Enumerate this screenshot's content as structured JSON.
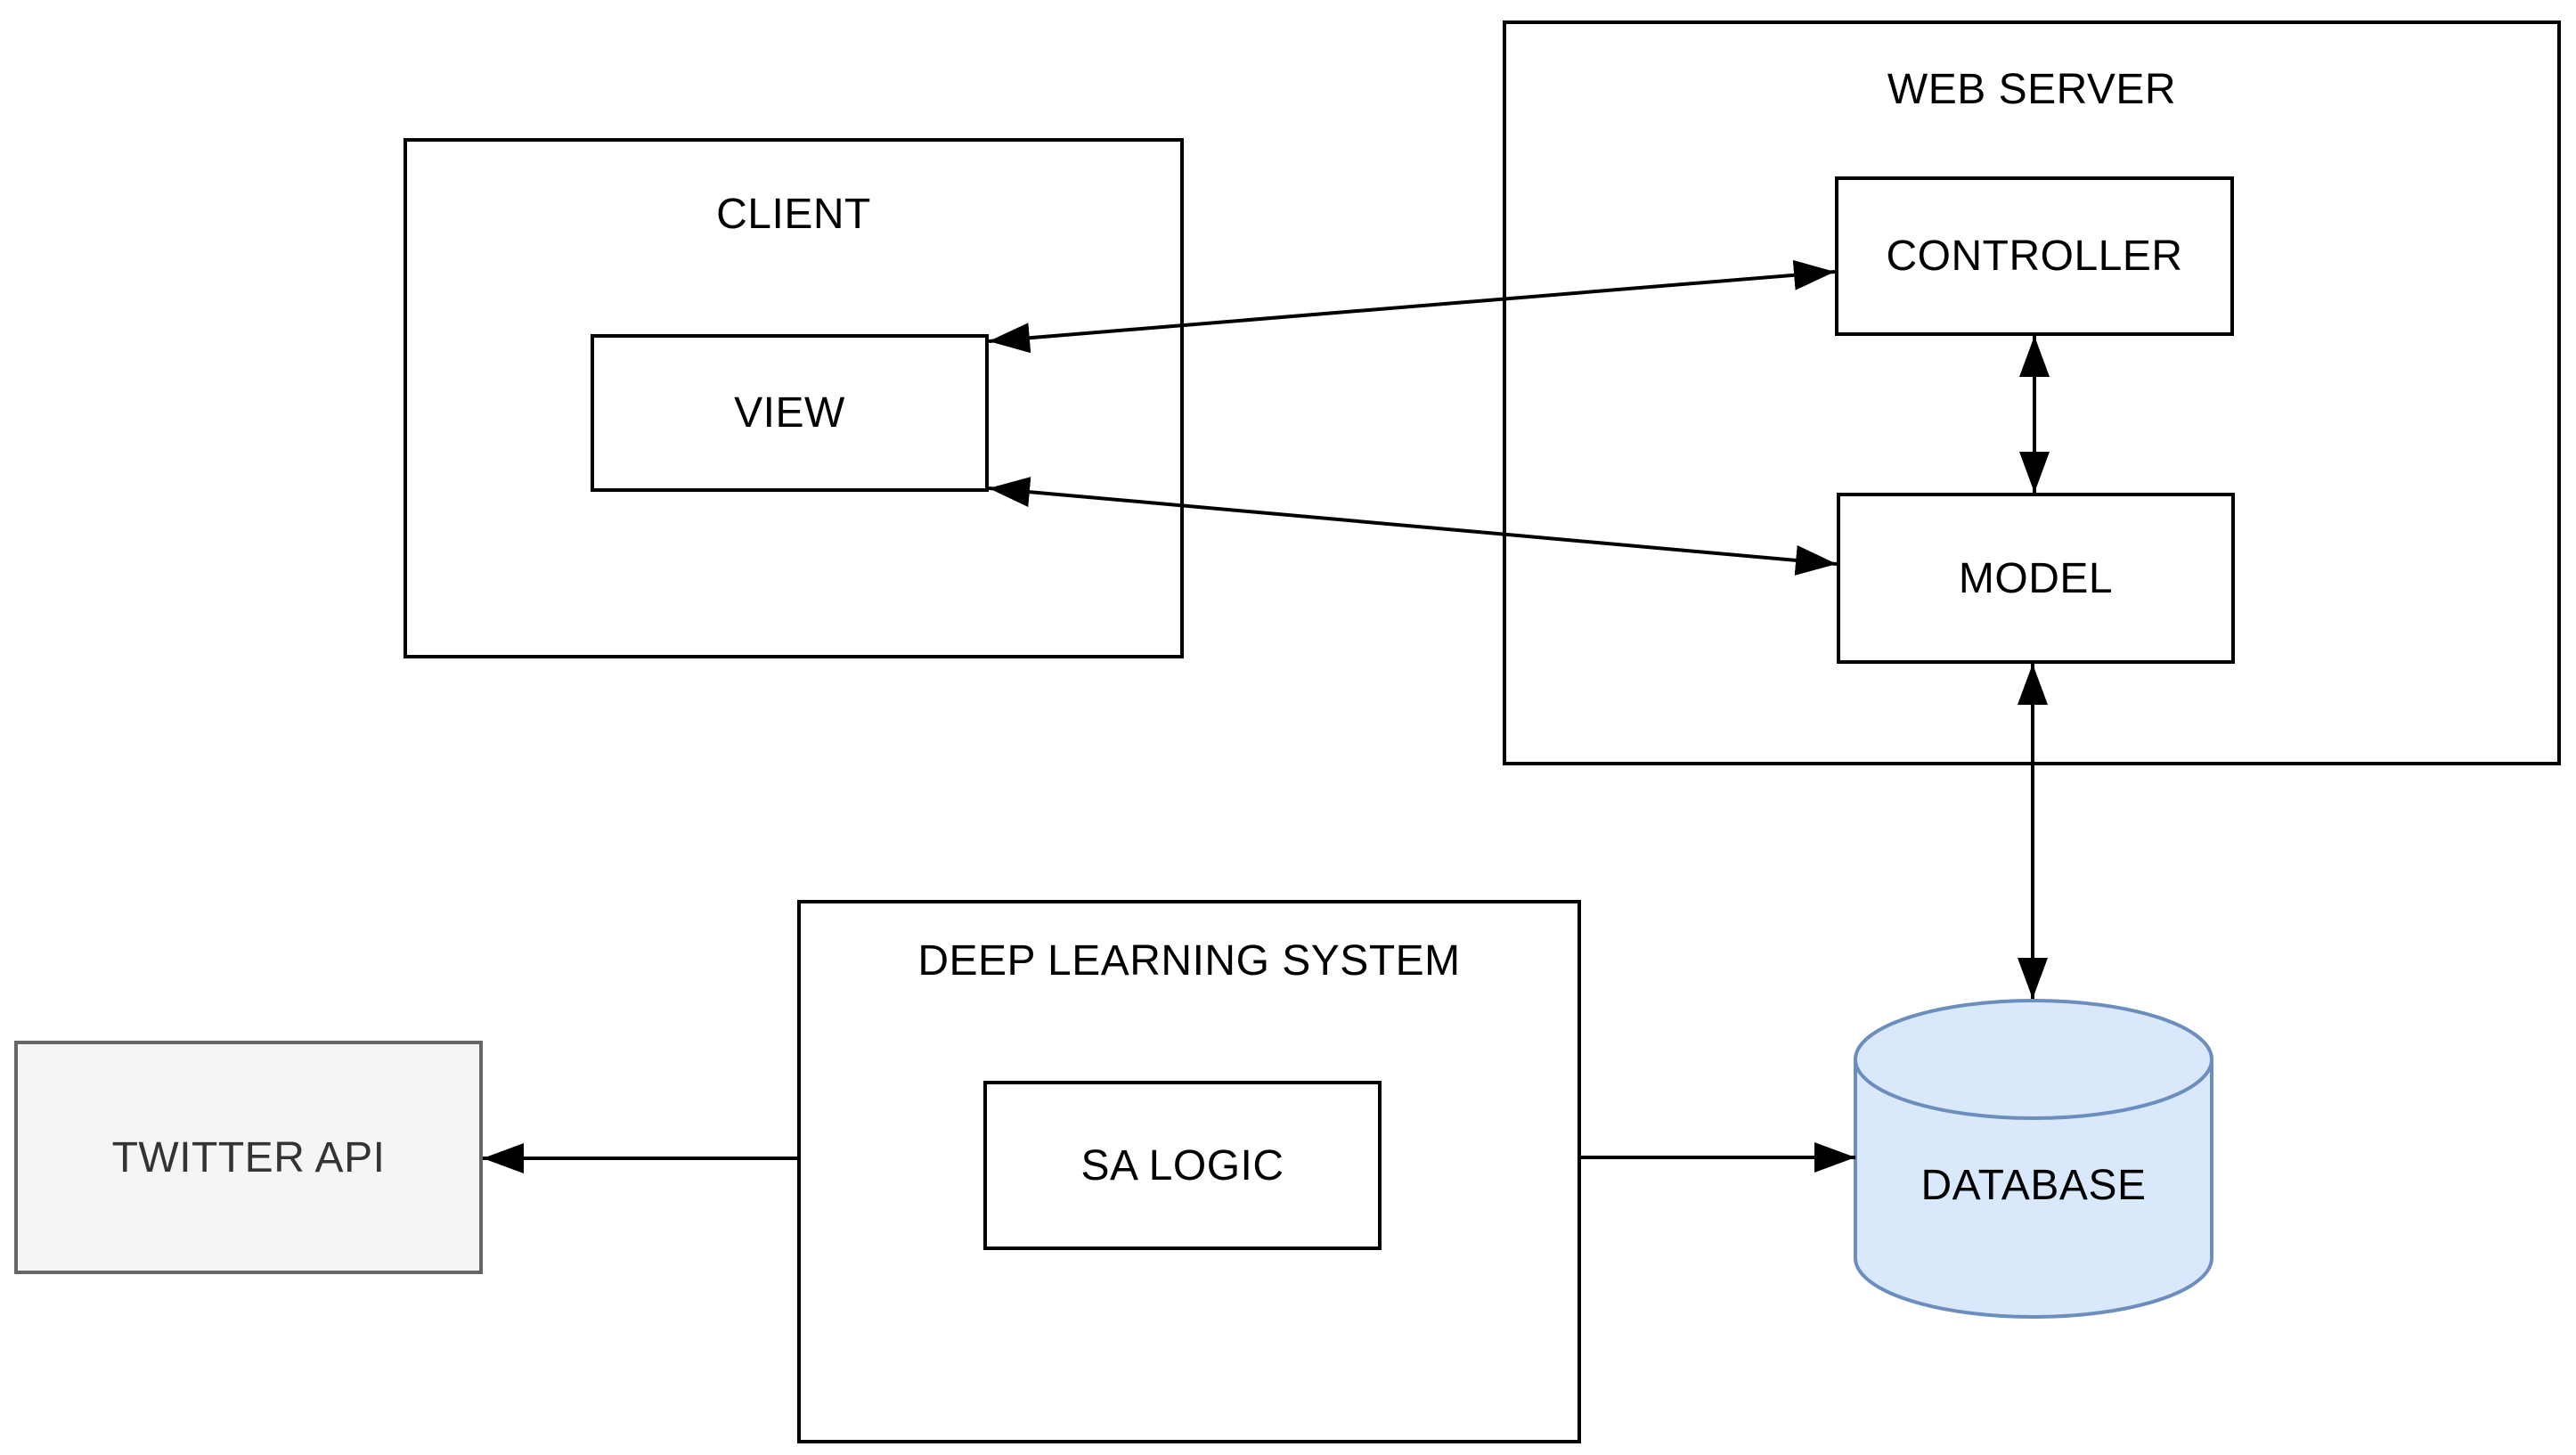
{
  "diagram": {
    "background_color": "#ffffff",
    "line_color": "#000000",
    "containers": {
      "client": {
        "label": "CLIENT"
      },
      "web_server": {
        "label": "WEB SERVER"
      },
      "deep_learning_system": {
        "label": "DEEP LEARNING SYSTEM"
      }
    },
    "nodes": {
      "view": {
        "label": "VIEW",
        "parent": "client",
        "shape": "rectangle",
        "fill_color": "#ffffff",
        "border_color": "#000000",
        "text_color": "#000000"
      },
      "controller": {
        "label": "CONTROLLER",
        "parent": "web_server",
        "shape": "rectangle",
        "fill_color": "#ffffff",
        "border_color": "#000000",
        "text_color": "#000000"
      },
      "model": {
        "label": "MODEL",
        "parent": "web_server",
        "shape": "rectangle",
        "fill_color": "#ffffff",
        "border_color": "#000000",
        "text_color": "#000000"
      },
      "sa_logic": {
        "label": "SA LOGIC",
        "parent": "deep_learning_system",
        "shape": "rectangle",
        "fill_color": "#ffffff",
        "border_color": "#000000",
        "text_color": "#000000"
      },
      "twitter_api": {
        "label": "TWITTER API",
        "parent": null,
        "shape": "rectangle",
        "fill_color": "#f5f5f5",
        "border_color": "#666666",
        "text_color": "#333333"
      },
      "database": {
        "label": "DATABASE",
        "parent": null,
        "shape": "cylinder",
        "fill_color": "#dae8fc",
        "border_color": "#6c8ebf",
        "text_color": "#000000"
      }
    },
    "edges": [
      {
        "from": "view",
        "to": "controller",
        "bidirectional": true
      },
      {
        "from": "view",
        "to": "model",
        "bidirectional": true
      },
      {
        "from": "controller",
        "to": "model",
        "bidirectional": true
      },
      {
        "from": "model",
        "to": "database",
        "bidirectional": true
      },
      {
        "from": "deep_learning_system",
        "to": "database",
        "bidirectional": false
      },
      {
        "from": "deep_learning_system",
        "to": "twitter_api",
        "bidirectional": false
      }
    ]
  }
}
